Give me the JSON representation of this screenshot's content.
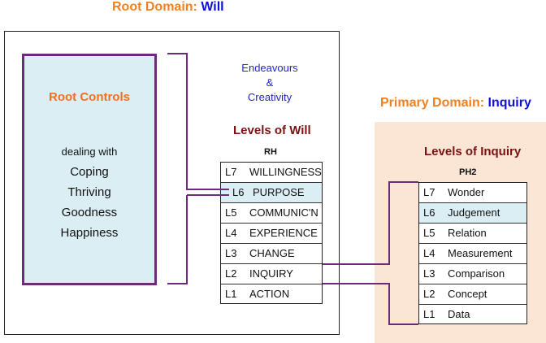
{
  "root_domain": {
    "label": "Root Domain:",
    "value": "Will"
  },
  "primary_domain": {
    "label": "Primary Domain:",
    "value": "Inquiry"
  },
  "root_controls": {
    "title": "Root Controls",
    "subtitle": "dealing with",
    "items": [
      "Coping",
      "Thriving",
      "Goodness",
      "Happiness"
    ]
  },
  "endeavours": [
    "Endeavours",
    "&",
    "Creativity"
  ],
  "will_levels": {
    "heading": "Levels of Will",
    "code": "RH",
    "rows": [
      {
        "code": "L7",
        "name": "WILLINGNESS"
      },
      {
        "code": "L6",
        "name": "PURPOSE"
      },
      {
        "code": "L5",
        "name": "COMMUNIC'N"
      },
      {
        "code": "L4",
        "name": "EXPERIENCE"
      },
      {
        "code": "L3",
        "name": "CHANGE"
      },
      {
        "code": "L2",
        "name": "INQUIRY"
      },
      {
        "code": "L1",
        "name": "ACTION"
      }
    ]
  },
  "inquiry_levels": {
    "heading": "Levels of Inquiry",
    "code": "PH2",
    "rows": [
      {
        "code": "L7",
        "name": "Wonder"
      },
      {
        "code": "L6",
        "name": "Judgement"
      },
      {
        "code": "L5",
        "name": "Relation"
      },
      {
        "code": "L4",
        "name": "Measurement"
      },
      {
        "code": "L3",
        "name": "Comparison"
      },
      {
        "code": "L2",
        "name": "Concept"
      },
      {
        "code": "L1",
        "name": "Data"
      }
    ]
  },
  "colors": {
    "accent_orange": "#f08020",
    "accent_blue": "#1010d0",
    "heading_red": "#7a1212",
    "bracket_purple": "#6b2a7a",
    "highlight_blue": "#dbeef4",
    "inquiry_panel": "#fbe6d6"
  }
}
